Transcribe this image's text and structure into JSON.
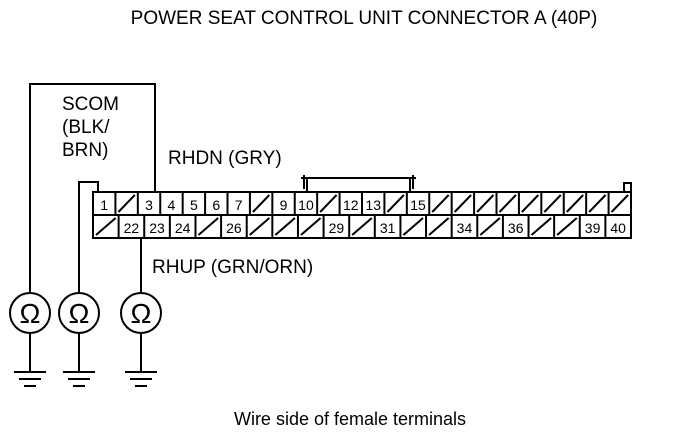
{
  "title": "POWER SEAT CONTROL UNIT CONNECTOR A (40P)",
  "labels": {
    "scom_1": "SCOM",
    "scom_2": "(BLK/",
    "scom_3": "BRN)",
    "rhdn": "RHDN (GRY)",
    "rhup": "RHUP (GRN/ORN)"
  },
  "connector": {
    "top_row": [
      "1",
      "",
      "3",
      "4",
      "5",
      "6",
      "7",
      "",
      "9",
      "10",
      "",
      "12",
      "13",
      "",
      "15",
      "",
      "",
      "",
      "",
      "",
      "",
      "",
      "",
      ""
    ],
    "bottom_row": [
      "",
      "22",
      "23",
      "24",
      "",
      "26",
      "",
      "",
      "",
      "29",
      "",
      "31",
      "",
      "",
      "34",
      "",
      "36",
      "",
      "",
      "39",
      "40"
    ]
  },
  "meters": [
    {
      "symbol": "Ω",
      "icon": "ohmmeter-icon"
    },
    {
      "symbol": "Ω",
      "icon": "ohmmeter-icon"
    },
    {
      "symbol": "Ω",
      "icon": "ohmmeter-icon"
    }
  ],
  "ground_icon": "ground-symbol-icon",
  "caption": "Wire side of female terminals"
}
